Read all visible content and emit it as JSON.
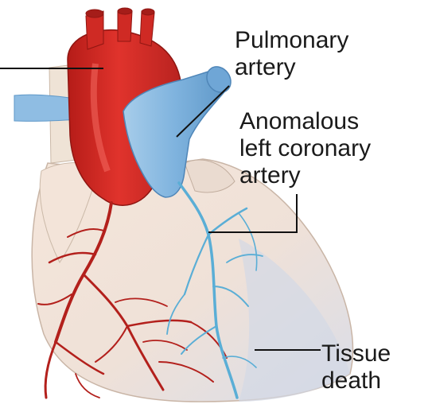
{
  "labels": {
    "pulmonary_artery": [
      "Pulmonary",
      "artery"
    ],
    "anomalous_left_coronary_artery": [
      "Anomalous",
      "left coronary",
      "artery"
    ],
    "tissue_death": [
      "Tissue",
      "death"
    ]
  },
  "colors": {
    "aorta": "#d42b25",
    "pulmonary_artery": "#7fb3de",
    "heart_tissue": "#f1e4da",
    "right_coronary": "#b3201c",
    "left_coronary": "#5aaed6",
    "leader_line": "#111111"
  }
}
